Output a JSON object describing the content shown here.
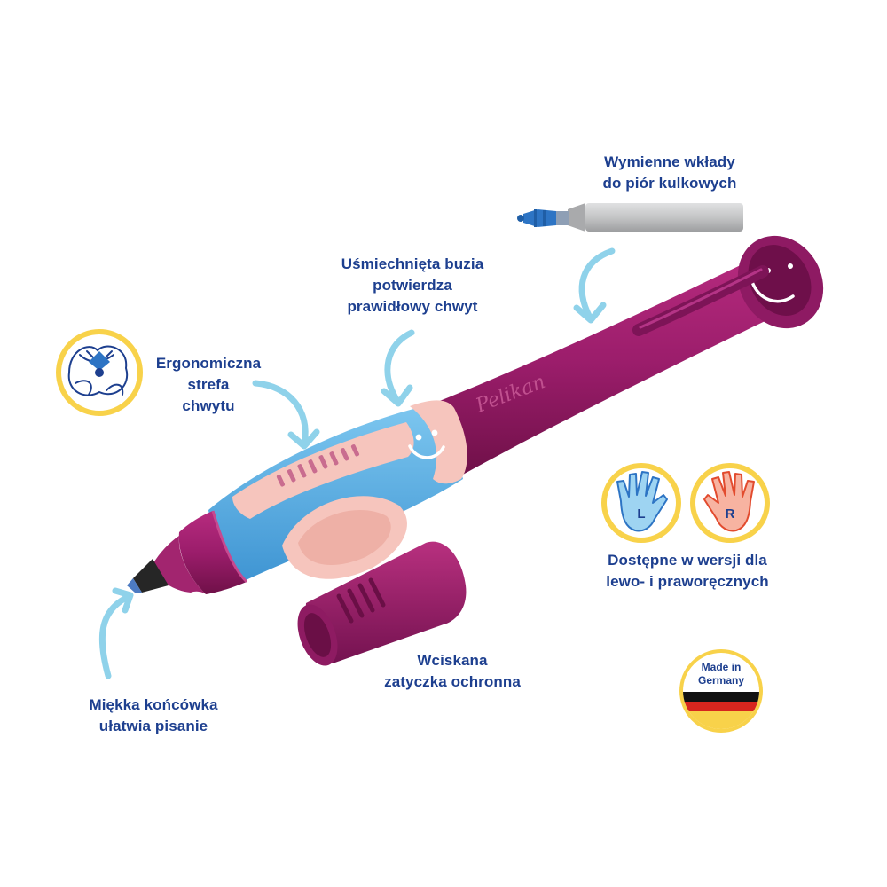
{
  "callouts": {
    "refills": {
      "line1": "Wymienne wkłady",
      "line2": "do piór kulkowych"
    },
    "smiley": {
      "line1": "Uśmiechnięta buzia",
      "line2": "potwierdza",
      "line3": "prawidłowy chwyt"
    },
    "grip": {
      "line1": "Ergonomiczna",
      "line2": "strefa",
      "line3": "chwytu"
    },
    "hands": {
      "line1": "Dostępne w wersji dla",
      "line2": "lewo- i praworęcznych"
    },
    "cap": {
      "line1": "Wciskana",
      "line2": "zatyczka ochronna"
    },
    "tip": {
      "line1": "Miękka końcówka",
      "line2": "ułatwia pisanie"
    }
  },
  "badges": {
    "left_hand": "L",
    "right_hand": "R",
    "made_in_line1": "Made in",
    "made_in_line2": "Germany"
  },
  "brand": {
    "logo_text": "Pelikan"
  },
  "colors": {
    "text": "#1d3f8f",
    "arrow": "#8fd2ea",
    "pen_body": "#9b1d6b",
    "grip_blue": "#62b6e6",
    "grip_pink": "#f6c5bd",
    "badge_yellow": "#f8d24a",
    "refill_gray": "#c6c7c8",
    "refill_blue": "#2d74c4"
  }
}
